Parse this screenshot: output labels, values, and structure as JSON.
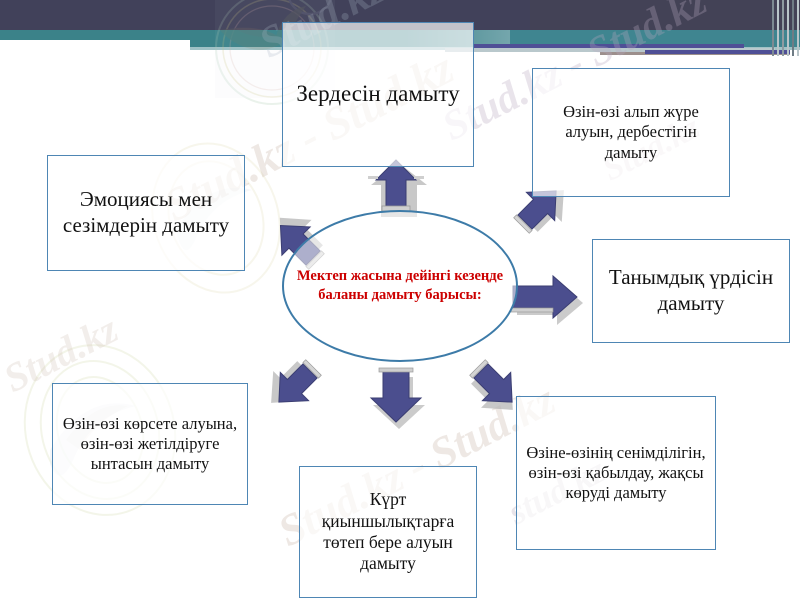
{
  "slide": {
    "title_center": "Мектеп жасына дейінгі кезеңде баланы дамыту барысы:",
    "watermarks": {
      "w1": "Stud.kz - Stud.kz",
      "w2": "Stud.kz - Stud.kz",
      "w3": "Stud.kz - Stud.kz",
      "w4": "stud.kz",
      "w5": "Stud.kz",
      "w6": "Stud.kz",
      "w7": "Stud.kz"
    }
  },
  "diagram": {
    "center_label": "Мектеп жасына дейінгі кезеңде баланы дамыту барысы:",
    "nodes": [
      {
        "id": "top",
        "label": "Зердесін дамыту"
      },
      {
        "id": "topright",
        "label": "Өзін-өзі алып жүре алуын, дербестігін дамыту"
      },
      {
        "id": "right",
        "label": "Танымдық үрдісін дамыту"
      },
      {
        "id": "bottomright",
        "label": "Өзіне-өзінің сенімділігін, өзін-өзі қабылдау, жақсы көруді дамыту"
      },
      {
        "id": "bottom",
        "label": "Күрт қиыншылықтарға төтеп бере алуын дамыту"
      },
      {
        "id": "bottomleft",
        "label": "Өзін-өзі көрсете алуына, өзін-өзі жетілдіруге ынтасын дамыту"
      },
      {
        "id": "left",
        "label": "Эмоциясы мен сезімдерін дамыту"
      }
    ],
    "arrows": [
      {
        "id": "arrow-up",
        "direction": "up"
      },
      {
        "id": "arrow-up-right",
        "direction": "up-right"
      },
      {
        "id": "arrow-right",
        "direction": "right"
      },
      {
        "id": "arrow-down-right",
        "direction": "down-right"
      },
      {
        "id": "arrow-down",
        "direction": "down"
      },
      {
        "id": "arrow-down-left",
        "direction": "down-left"
      },
      {
        "id": "arrow-up-left",
        "direction": "up-left"
      }
    ]
  },
  "colors": {
    "box_border": "#4e86b4",
    "ellipse_border": "#3d7ba8",
    "center_text": "#cc0000",
    "arrow_fill": "#4b4e8e",
    "arrow_shadow": "#9a9a9a",
    "header_dark": "#434256",
    "header_teal": "#3b8289",
    "header_stripe": "#4f4f96"
  }
}
